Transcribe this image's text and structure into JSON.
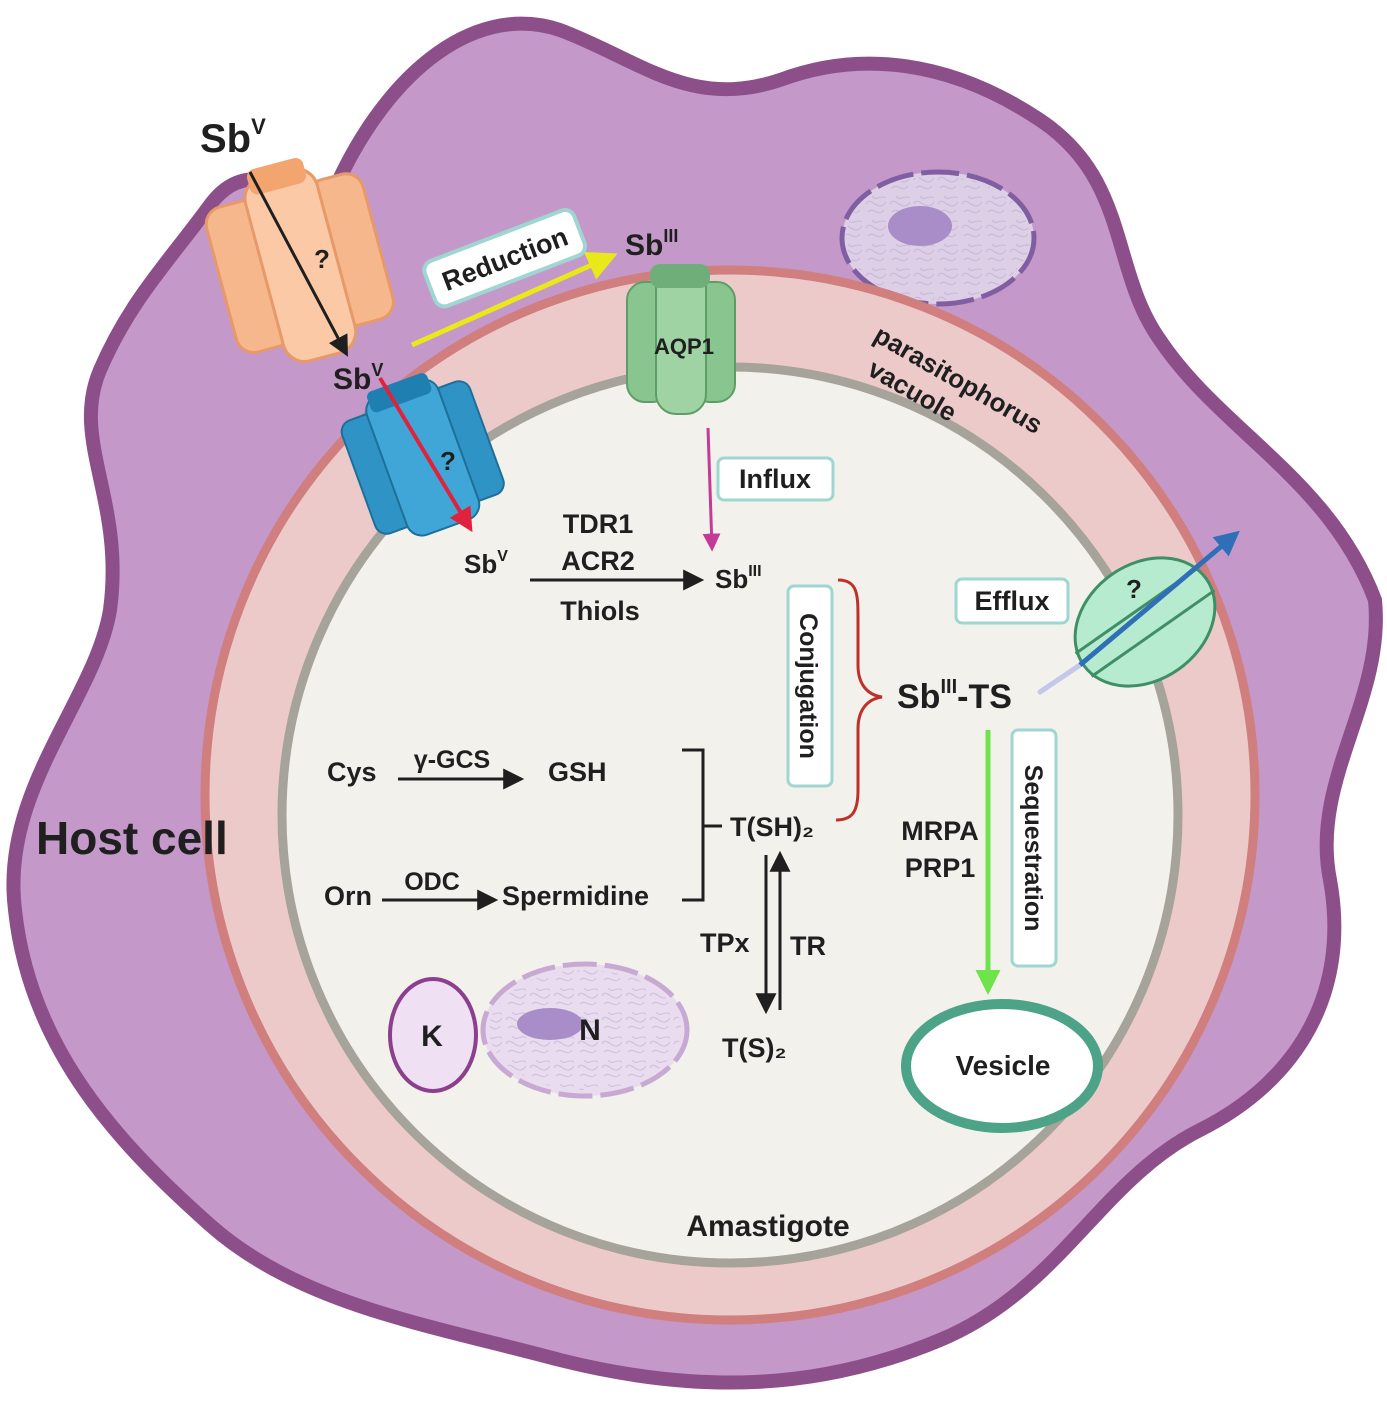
{
  "labels": {
    "sbv_top": "Sb",
    "sbv_top_sup": "V",
    "q1": "?",
    "reduction": "Reduction",
    "sbiii_top": "Sb",
    "sbiii_top_sup": "III",
    "aqp1": "AQP1",
    "sbv_mid": "Sb",
    "sbv_mid_sup": "V",
    "q2": "?",
    "parasitophorus": "parasitophorus",
    "vacuole": "vacuole",
    "influx": "Influx",
    "tdr1": "TDR1",
    "acr2": "ACR2",
    "thiols": "Thiols",
    "sbv_in": "Sb",
    "sbv_in_sup": "V",
    "sbiii_in": "Sb",
    "sbiii_in_sup": "III",
    "conjugation": "Conjugation",
    "efflux": "Efflux",
    "q3": "?",
    "sbts": "Sb",
    "sbts_sup": "III",
    "sbts_suffix": "-TS",
    "cys": "Cys",
    "ggcs": "γ-GCS",
    "gsh": "GSH",
    "tsh2": "T(SH)₂",
    "orn": "Orn",
    "odc": "ODC",
    "spermidine": "Spermidine",
    "mrpa": "MRPA",
    "prp1": "PRP1",
    "sequestration": "Sequestration",
    "tpx": "TPx",
    "tr": "TR",
    "ts2": "T(S)₂",
    "host_cell": "Host cell",
    "k": "K",
    "n": "N",
    "vesicle": "Vesicle",
    "amastigote": "Amastigote"
  },
  "colors": {
    "host_fill": "#c498c8",
    "host_border": "#8d4f8a",
    "vacuole_fill": "#eccaca",
    "vacuole_border": "#d07e7e",
    "amastigote_fill": "#f3f1ec",
    "amastigote_border": "#a6a39a",
    "reduction_arrow": "#e9e91a",
    "influx_arrow": "#c43a97",
    "red_arrow": "#e0233c",
    "efflux_arrow": "#2f6fb8",
    "sequestration_arrow": "#6fe34a",
    "conjugation_brace": "#c0302b",
    "box_border": "#9fd6d2"
  }
}
